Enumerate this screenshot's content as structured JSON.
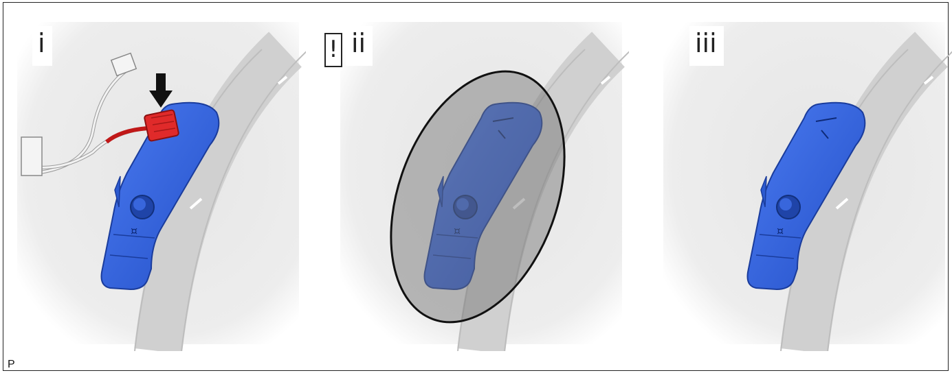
{
  "panels": [
    {
      "label": "i",
      "shows_connector": true,
      "shows_arrow": true,
      "highlight_oval": false,
      "warning_icon": false
    },
    {
      "label": "ii",
      "shows_connector": false,
      "shows_arrow": false,
      "highlight_oval": true,
      "warning_icon": true,
      "warning_symbol": "!"
    },
    {
      "label": "iii",
      "shows_connector": false,
      "shows_arrow": false,
      "highlight_oval": false,
      "warning_icon": false
    }
  ],
  "footer_code": "P",
  "colors": {
    "switch_blue": "#2f5fd6",
    "switch_blue_dark": "#1f44a8",
    "connector_red": "#e02a2a",
    "wheel_gray": "#d2d2d2",
    "background_gray": "#ebebeb",
    "highlight_gray": "#8f8f8f"
  },
  "icons": [
    "arrow-down-icon",
    "warning-icon",
    "connector-icon",
    "steering-switch-icon"
  ]
}
